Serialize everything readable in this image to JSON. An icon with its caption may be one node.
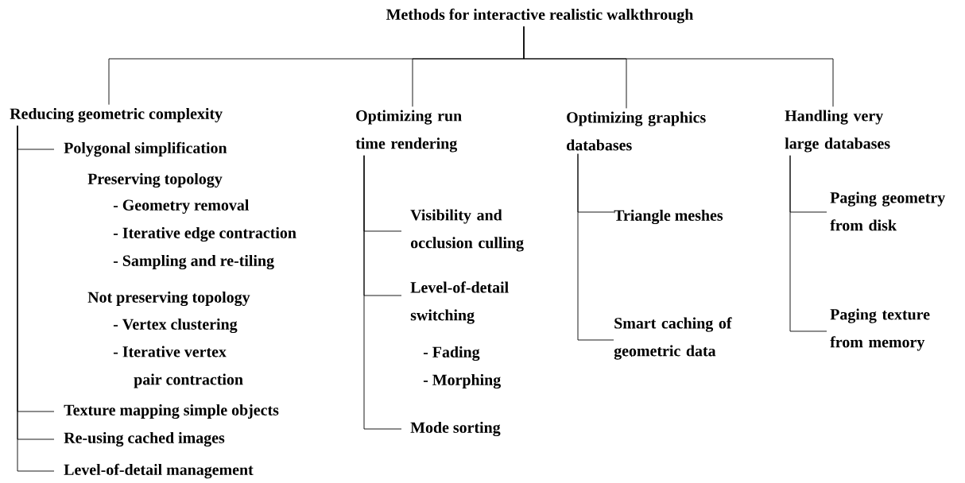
{
  "diagram": {
    "nodes": [
      {
        "text": [
          "Methods for interactive realistic walkthrough"
        ]
      },
      {
        "text": [
          "Reducing geometric complexity"
        ]
      },
      {
        "text": [
          "Optimizing run time rendering"
        ]
      },
      {
        "text": [
          "Optimizing graphics databases"
        ]
      },
      {
        "text": [
          "Handling very large databases"
        ]
      },
      {
        "text": [
          "Polygonal simplification"
        ]
      },
      {
        "text": [
          "Texture mapping simple objects"
        ]
      },
      {
        "text": [
          "Re-using cached images"
        ]
      },
      {
        "text": [
          "Level-of-detail management"
        ]
      },
      {
        "text": [
          "Visibility and occlusion culling"
        ]
      },
      {
        "text": [
          "Level-of-detail switching"
        ]
      },
      {
        "text": [
          "Mode sorting"
        ]
      },
      {
        "text": [
          "Triangle meshes"
        ]
      },
      {
        "text": [
          "Smart caching of geometric data"
        ]
      },
      {
        "text": [
          "Paging geometry from disk"
        ]
      },
      {
        "text": [
          "Paging texture from memory"
        ]
      }
    ],
    "edges": [
      {
        "from": 0,
        "to": 1,
        "arrow": "none"
      },
      {
        "from": 0,
        "to": 2,
        "arrow": "none"
      },
      {
        "from": 0,
        "to": 3,
        "arrow": "none"
      },
      {
        "from": 0,
        "to": 4,
        "arrow": "none"
      },
      {
        "from": 1,
        "to": 5,
        "arrow": "none"
      },
      {
        "from": 1,
        "to": 6,
        "arrow": "none"
      },
      {
        "from": 1,
        "to": 7,
        "arrow": "none"
      },
      {
        "from": 1,
        "to": 8,
        "arrow": "none"
      },
      {
        "from": 2,
        "to": 9,
        "arrow": "none"
      },
      {
        "from": 2,
        "to": 10,
        "arrow": "none"
      },
      {
        "from": 2,
        "to": 11,
        "arrow": "none"
      },
      {
        "from": 3,
        "to": 12,
        "arrow": "none"
      },
      {
        "from": 3,
        "to": 13,
        "arrow": "none"
      },
      {
        "from": 4,
        "to": 14,
        "arrow": "none"
      },
      {
        "from": 4,
        "to": 15,
        "arrow": "none"
      }
    ],
    "labels": [
      "Preserving topology",
      "- Geometry removal",
      "- Iterative edge contraction",
      "- Sampling and re-tiling",
      "Not preserving topology",
      "- Vertex clustering",
      "- Iterative vertex pair contraction",
      "- Fading",
      "- Morphing"
    ]
  }
}
